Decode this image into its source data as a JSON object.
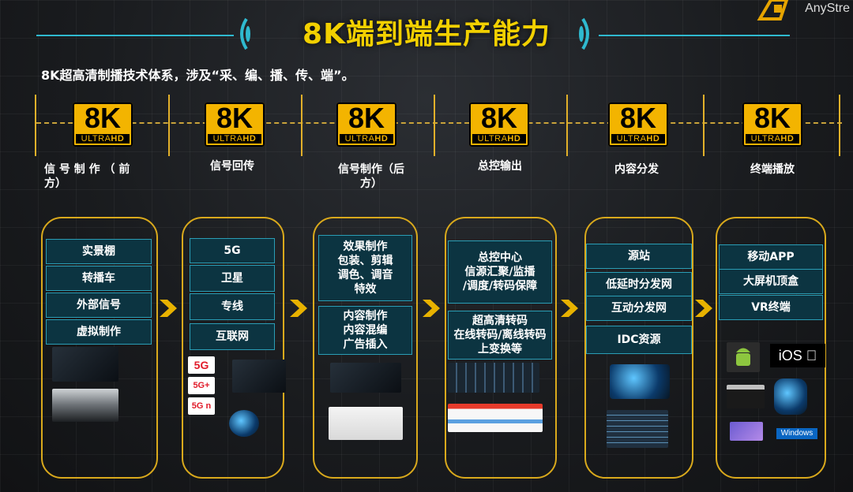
{
  "title": "8K端到端生产能力",
  "brand": "AnyStre",
  "subtitle": "8K超高清制播技术体系，涉及“采、编、播、传、端”。",
  "logo": {
    "big": "8K",
    "ultra": "ULTRA",
    "hd": "HD"
  },
  "stages": [
    "信 号 制 作 （ 前\n方）",
    "信号回传",
    "信号制作（后\n方）",
    "总控输出",
    "内容分发",
    "终端播放"
  ],
  "columns": [
    {
      "tags": [
        "实景棚",
        "转播车",
        "外部信号",
        "虚拟制作"
      ]
    },
    {
      "tags": [
        "5G",
        "卫星",
        "专线",
        "互联网"
      ],
      "badges": [
        "5G",
        "5G+",
        "5G n"
      ]
    },
    {
      "tags": [
        "效果制作\n包装、剪辑\n调色、调音\n特效",
        "内容制作\n内容混编\n广告插入"
      ]
    },
    {
      "tags": [
        "总控中心\n信源汇聚/监播\n/调度/转码保障",
        "超高清转码\n在线转码/离线转码\n上变换等"
      ]
    },
    {
      "tags": [
        "源站",
        "低延时分发网",
        "互动分发网",
        "IDC资源"
      ]
    },
    {
      "tags": [
        "移动APP",
        "大屏机顶盒",
        "VR终端"
      ],
      "os": [
        "iOS",
        "Windows"
      ]
    }
  ],
  "colors": {
    "accent": "#f2d000",
    "frame": "#d9a91c",
    "tag_bg": "#0c3441",
    "tag_border": "#2a9db5"
  }
}
